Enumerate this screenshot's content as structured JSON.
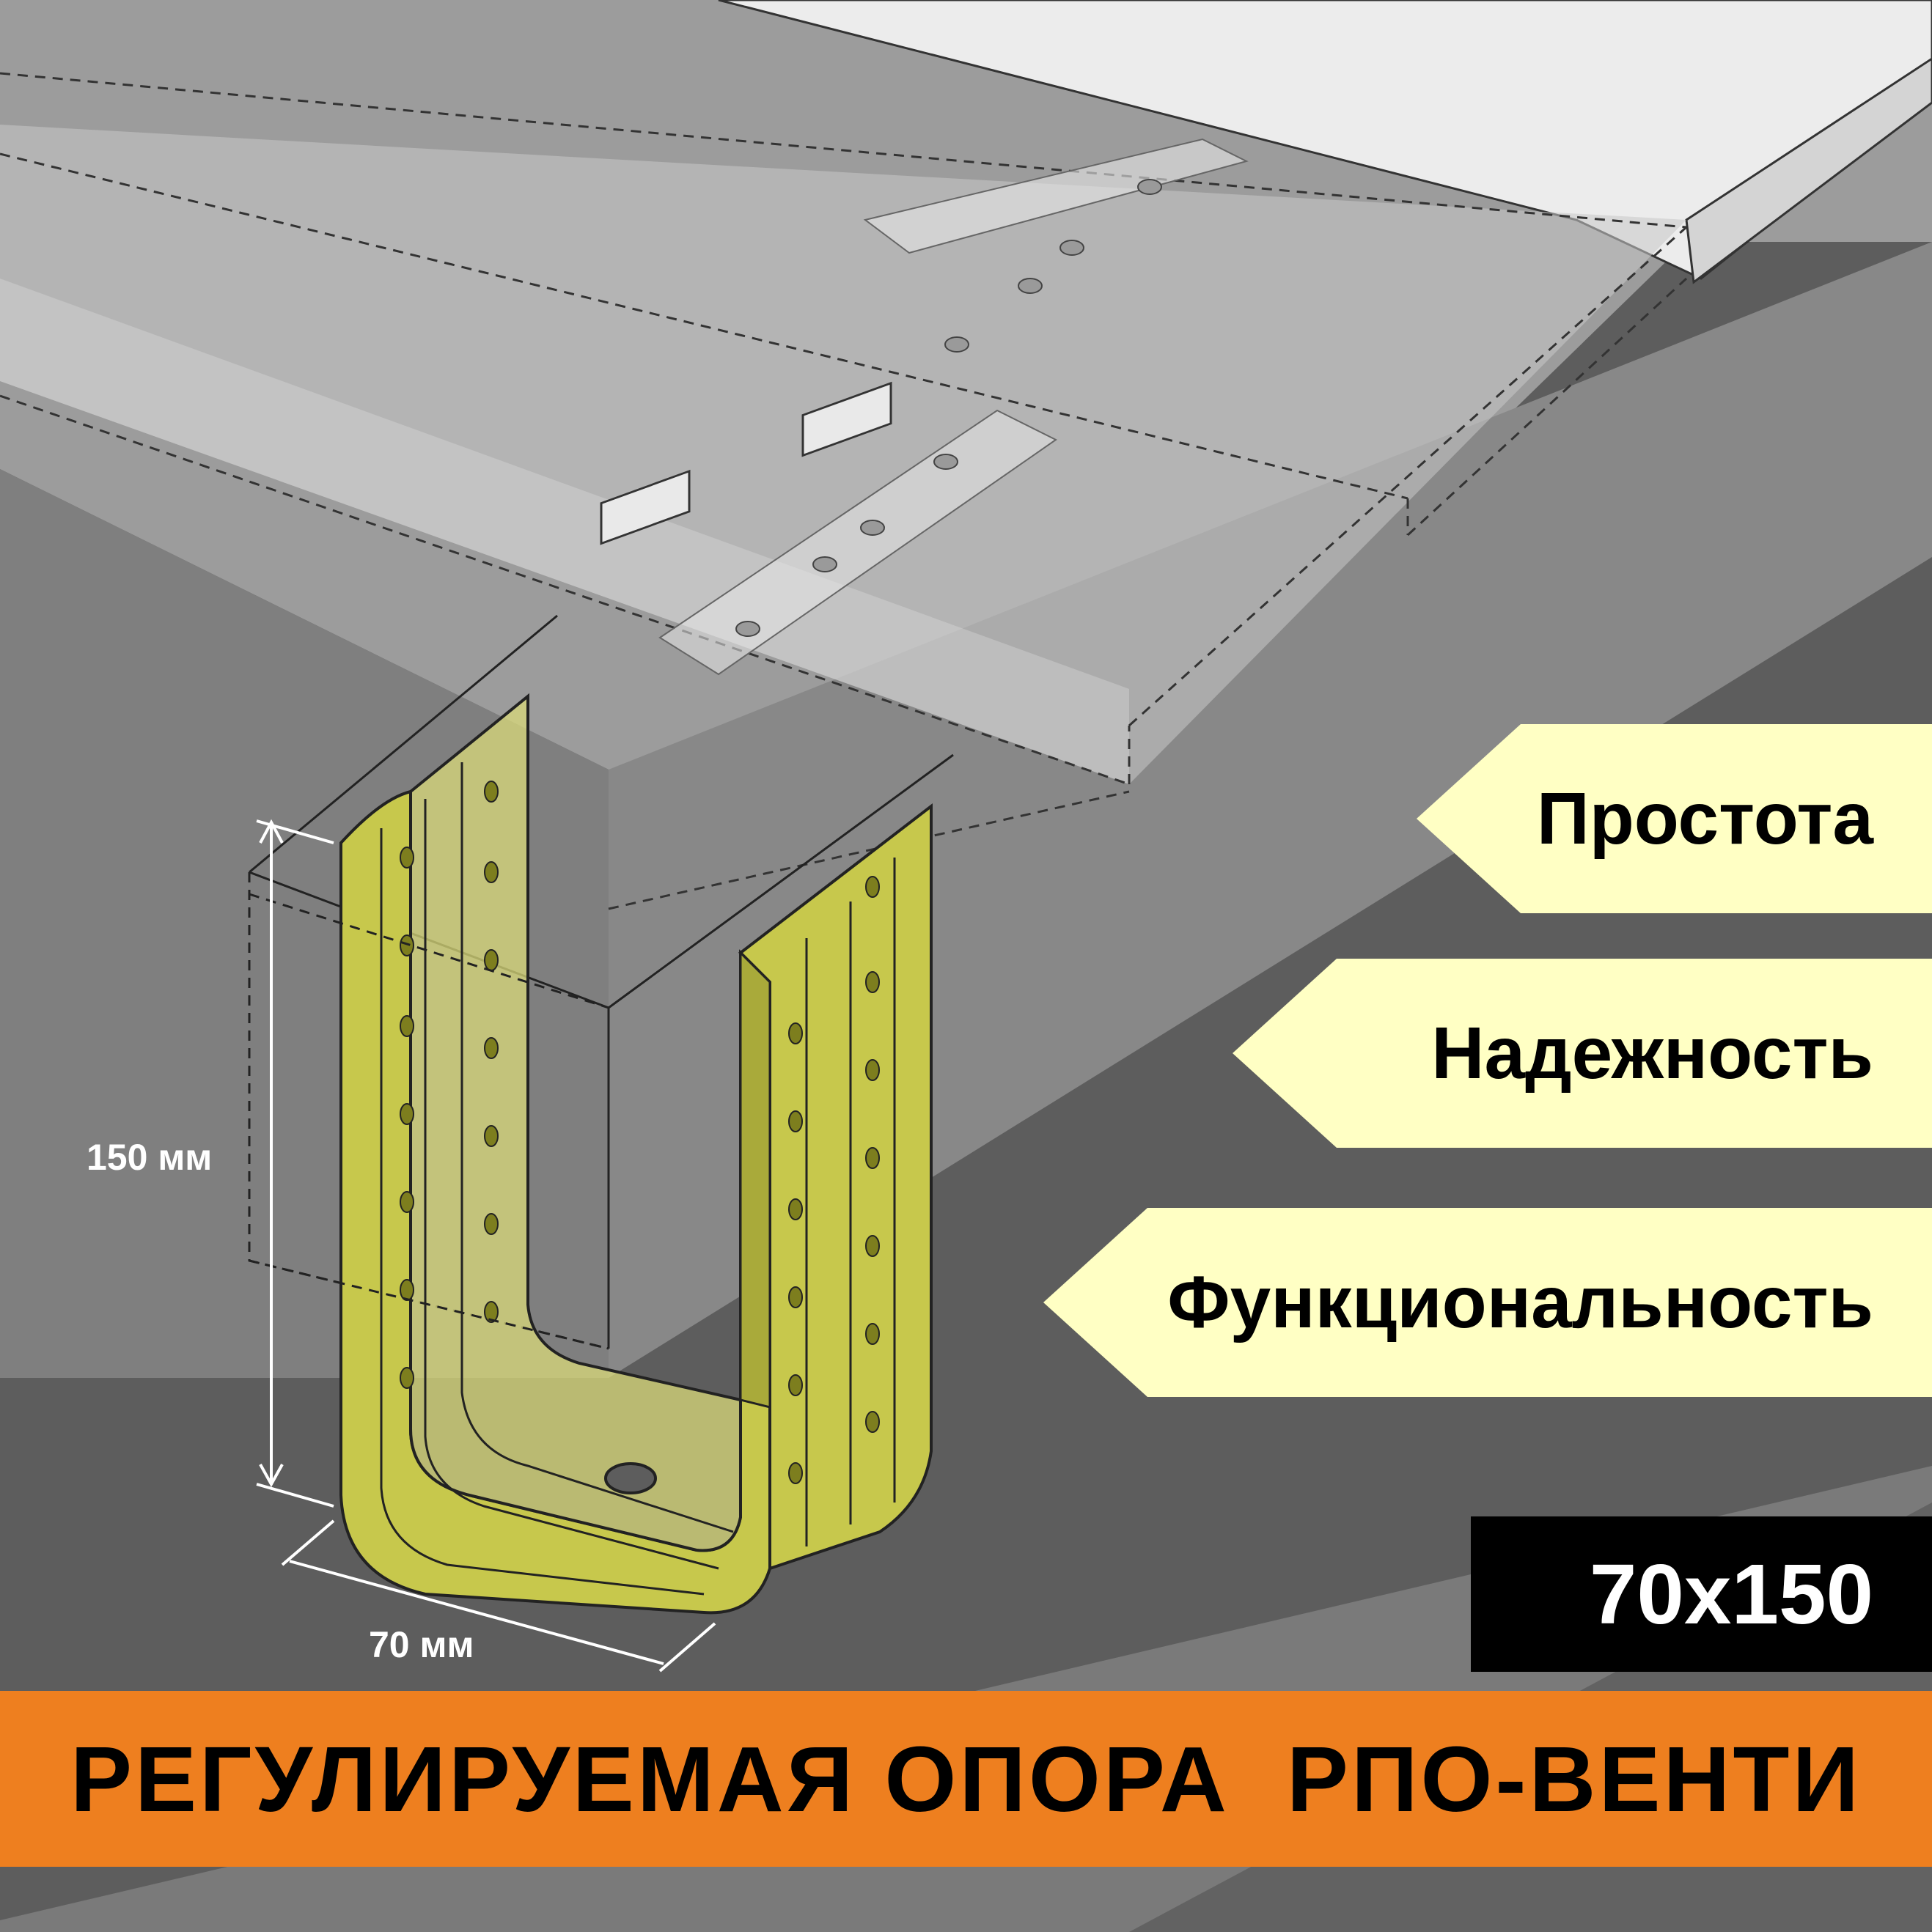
{
  "product": {
    "title": "РЕГУЛИРУЕМАЯ ОПОРА  РПО-ВЕНТИ",
    "size_label": "70х150"
  },
  "features": [
    "Простота",
    "Надежность",
    "Функциональность"
  ],
  "dimensions": {
    "height_label": "150 мм",
    "width_label": "70 мм"
  },
  "colors": {
    "title_bar": "#ee7f1f",
    "feature_badge": "#ffffc4",
    "bracket": "#c7c84c",
    "size_badge": "#000000",
    "background": "#5d5d5d"
  }
}
